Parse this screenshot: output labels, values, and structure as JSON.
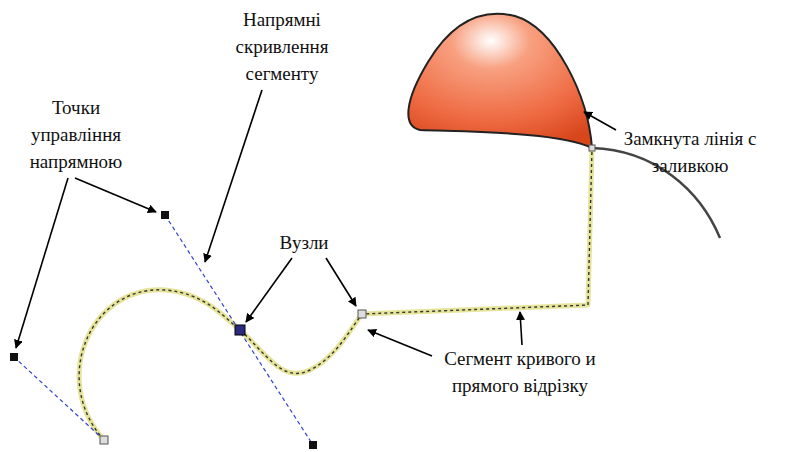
{
  "diagram": {
    "labels": [
      "Точки управління напрямною",
      "Напрямні скривлення сегменту",
      "Вузли",
      "Замкнута лінія с заливкою",
      "Сегмент кривого и прямого відрізку"
    ]
  }
}
